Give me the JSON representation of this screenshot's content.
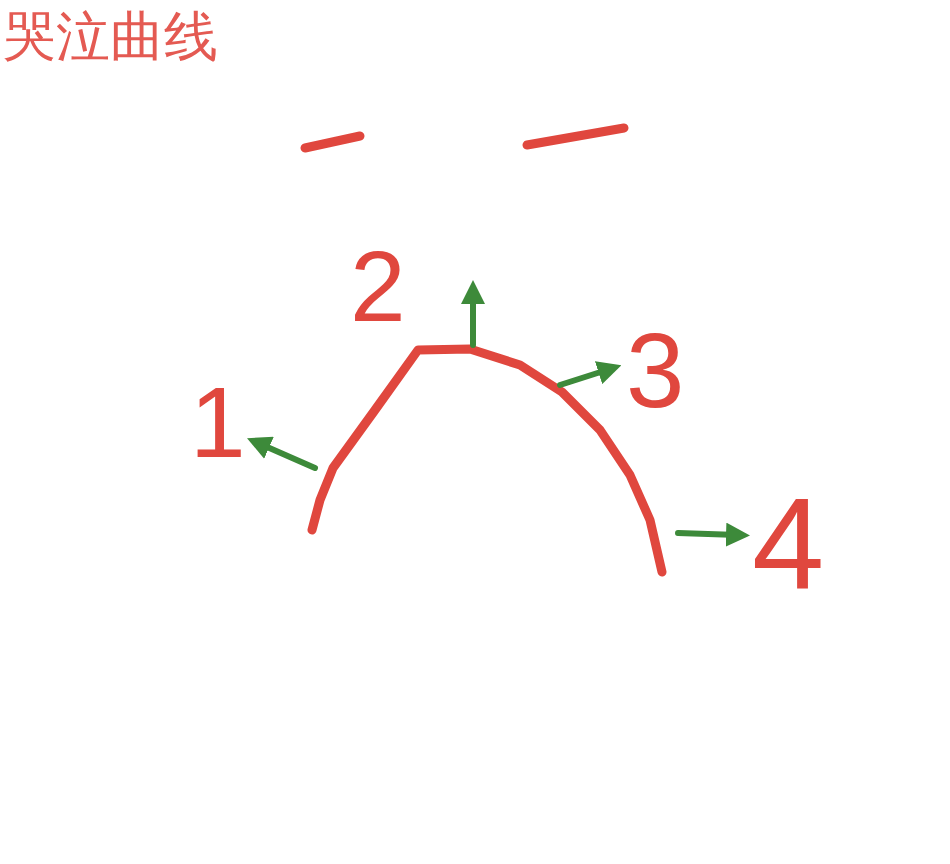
{
  "diagram": {
    "title": "哭泣曲线",
    "labels": [
      "1",
      "2",
      "3",
      "4"
    ]
  }
}
